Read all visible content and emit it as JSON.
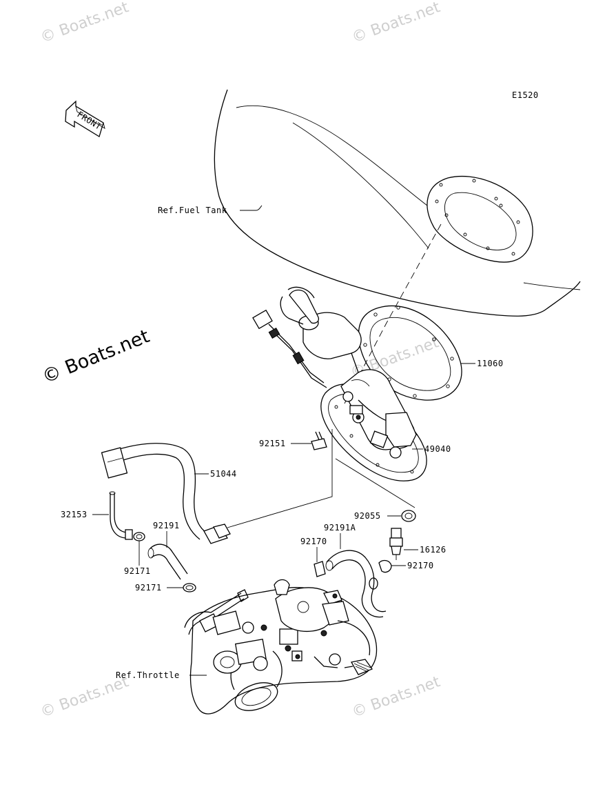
{
  "diagram": {
    "code": "E1520",
    "front_label": "FRONT",
    "watermarks": [
      "© Boats.net",
      "© Boats.net",
      "© Boats.net",
      "© Boats.net",
      "© Boats.net",
      "© Boats.net"
    ],
    "labels": {
      "ref_fuel_tank": "Ref.Fuel Tank",
      "ref_throttle": "Ref.Throttle",
      "p11060": "11060",
      "p92151": "92151",
      "p49040": "49040",
      "p51044": "51044",
      "p32153": "32153",
      "p92191": "92191",
      "p92055": "92055",
      "p92191a": "92191A",
      "p92170_left": "92170",
      "p16126": "16126",
      "p92170_right": "92170",
      "p92171_top": "92171",
      "p92171_bottom": "92171"
    }
  }
}
